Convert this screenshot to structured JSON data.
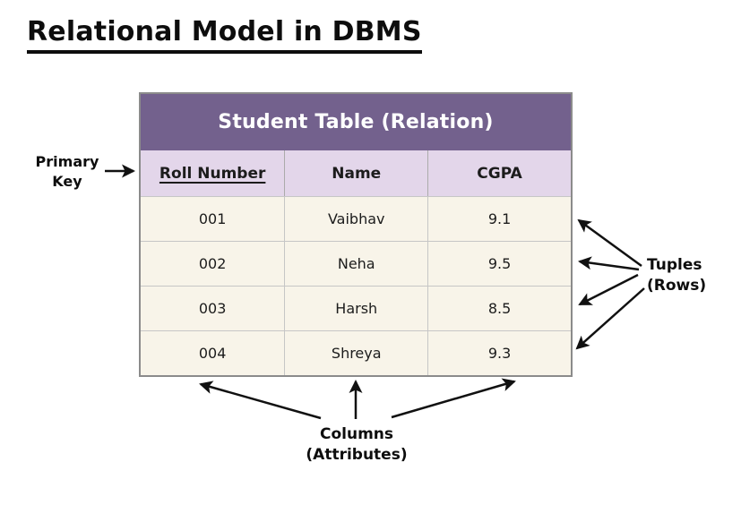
{
  "page": {
    "title": "Relational Model in DBMS"
  },
  "table": {
    "title": "Student Table (Relation)",
    "columns": [
      "Roll Number",
      "Name",
      "CGPA"
    ],
    "rows": [
      [
        "001",
        "Vaibhav",
        "9.1"
      ],
      [
        "002",
        "Neha",
        "9.5"
      ],
      [
        "003",
        "Harsh",
        "8.5"
      ],
      [
        "004",
        "Shreya",
        "9.3"
      ]
    ]
  },
  "annotations": {
    "primary_key": {
      "line1": "Primary",
      "line2": "Key"
    },
    "tuples": {
      "line1": "Tuples",
      "line2": "(Rows)"
    },
    "columns": {
      "line1": "Columns",
      "line2": "(Attributes)"
    }
  },
  "colors": {
    "header_purple": "#73618d",
    "subheader_lavender": "#e3d6ea",
    "row_cream": "#f8f4e9",
    "border_gray": "#8b8b8b",
    "arrow_black": "#111111"
  }
}
